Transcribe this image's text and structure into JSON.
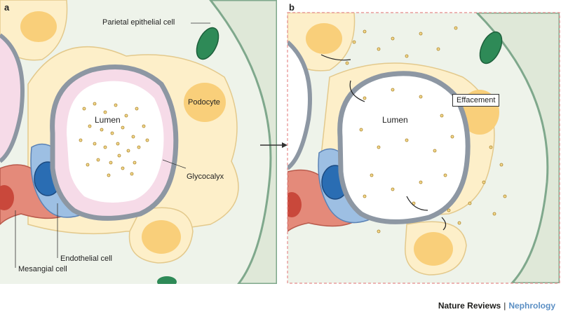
{
  "panels": {
    "a": {
      "letter": "a",
      "labels": {
        "parietal": "Parietal epithelial cell",
        "podocyte": "Podocyte",
        "lumen": "Lumen",
        "glycocalyx": "Glycocalyx",
        "endothelial": "Endothelial cell",
        "mesangial": "Mesangial cell"
      }
    },
    "b": {
      "letter": "b",
      "labels": {
        "lumen": "Lumen",
        "effacement": "Effacement"
      }
    }
  },
  "footer": {
    "journal": "Nature Reviews",
    "separator": "|",
    "subject": "Nephrology"
  },
  "colors": {
    "bowman_space": "#eef3ea",
    "podocyte": "#fce6b8",
    "podocyte_nucleus": "#f9cf7a",
    "capillary_wall": "#8d97a3",
    "glycocalyx": "#f4d3e3",
    "endothelial": "#7aa3d4",
    "mesangial": "#e48a7a",
    "parietal": "#2e8a57",
    "particles": "#d6a74a"
  }
}
